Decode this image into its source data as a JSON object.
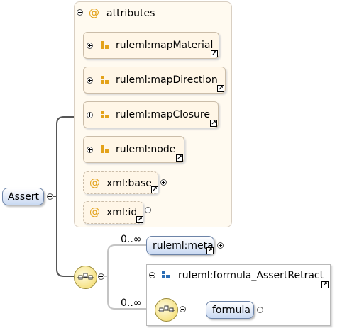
{
  "root": {
    "label": "Assert"
  },
  "attributes": {
    "title": "attributes",
    "items": [
      {
        "label": "ruleml:mapMaterial"
      },
      {
        "label": "ruleml:mapDirection"
      },
      {
        "label": "ruleml:mapClosure"
      },
      {
        "label": "ruleml:node"
      }
    ],
    "extra": [
      {
        "label": "xml:base"
      },
      {
        "label": "xml:id"
      }
    ]
  },
  "sequence": {
    "meta": {
      "label": "ruleml:meta",
      "occurrence": "0..∞"
    },
    "group": {
      "label": "ruleml:formula_AssertRetract",
      "occurrence": "0..∞"
    },
    "formula": {
      "label": "formula"
    }
  },
  "colors": {
    "attr_fill": "#fff6e7",
    "attr_border": "#cbbda9",
    "element_gradient_bottom": "#c9d9f2",
    "element_border": "#6d84a8",
    "icon_orange": "#e3a21a",
    "icon_blue": "#2a6db5"
  },
  "icons": [
    "collapse-icon",
    "expand-icon",
    "attribute-at-icon",
    "attribute-group-icon",
    "link-arrow-icon",
    "sequence-icon",
    "group-icon"
  ]
}
